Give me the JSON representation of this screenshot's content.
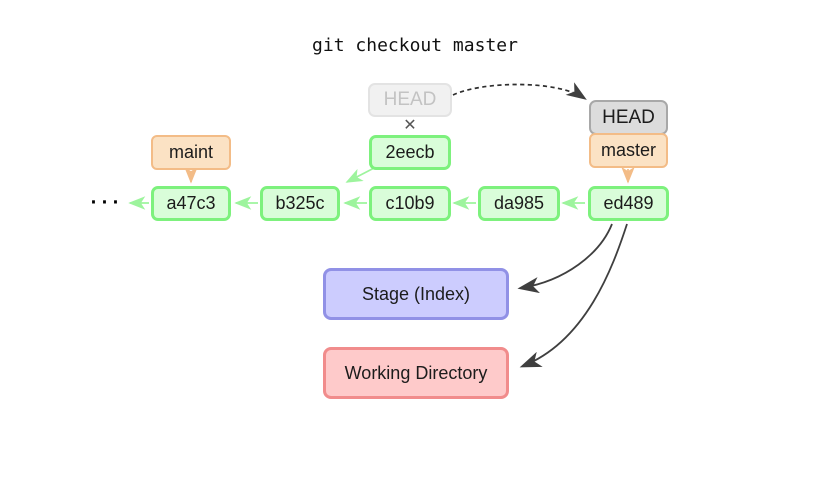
{
  "title": "git checkout master",
  "head_pointers": {
    "old": "HEAD",
    "new": "HEAD"
  },
  "branches": {
    "maint": "maint",
    "master": "master"
  },
  "detached_commit": "2eecb",
  "commits": [
    "a47c3",
    "b325c",
    "c10b9",
    "da985",
    "ed489"
  ],
  "areas": {
    "stage": "Stage (Index)",
    "working_directory": "Working Directory"
  },
  "ellipsis": "···",
  "broken_link_symbol": "✕",
  "colors": {
    "commit_fill": "#d9fdd9",
    "commit_border": "#7df17d",
    "green_arrow": "#9df49d",
    "branch_fill": "#fbe2c4",
    "branch_border": "#f3bc87",
    "head_fill": "#dcdcdc",
    "head_border": "#a8a8a8",
    "faded_head_fill": "#f1f1f1",
    "faded_head_border": "#e3e3e3",
    "faded_head_text": "#c3c3c3",
    "stage_fill": "#ccccfe",
    "stage_border": "#9191e6",
    "working_fill": "#fecaca",
    "working_border": "#f18c8c",
    "dark_arrow": "#3f3f3f"
  }
}
